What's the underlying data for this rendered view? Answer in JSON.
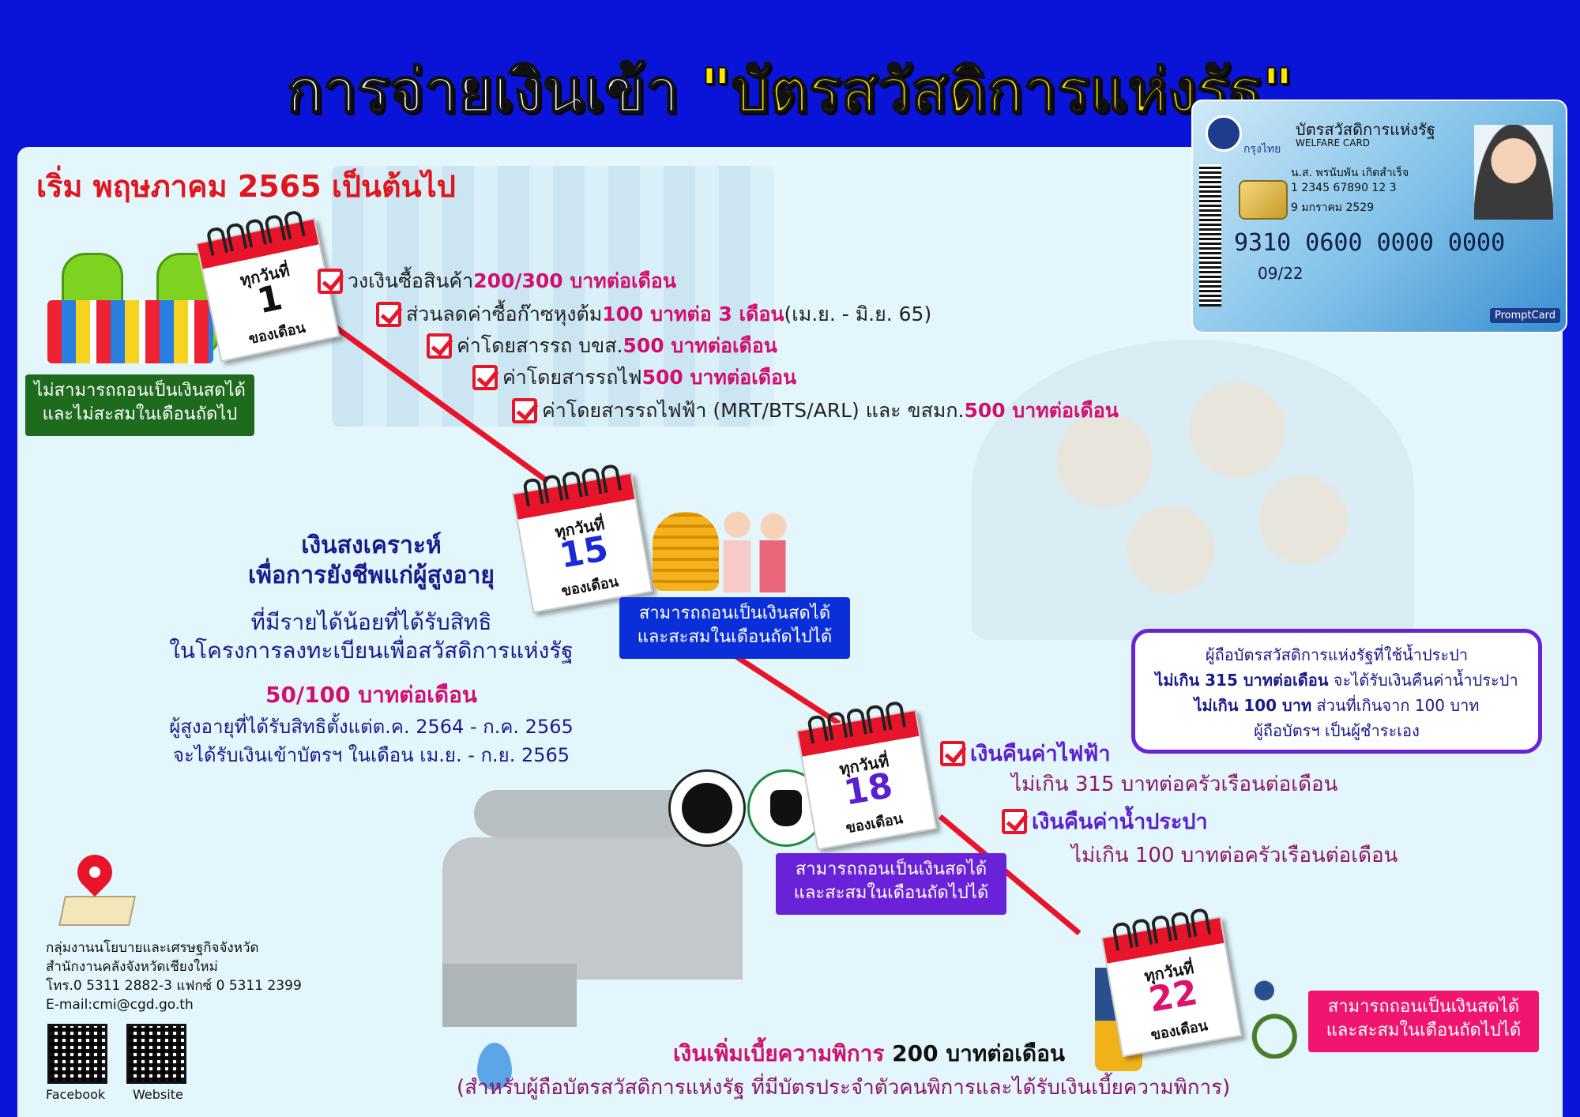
{
  "title": {
    "part1": "การจ่ายเงินเข้า ",
    "part2": "\"บัตรสวัสดิการแห่งรัฐ\""
  },
  "subtitle": "เริ่ม พฤษภาคม 2565 เป็นต้นไป",
  "calendars": [
    {
      "line1": "ทุกวันที่",
      "number": "1",
      "line3": "ของเดือน",
      "color": "#111111"
    },
    {
      "line1": "ทุกวันที่",
      "number": "15",
      "line3": "ของเดือน",
      "color": "#1a2ad8"
    },
    {
      "line1": "ทุกวันที่",
      "number": "18",
      "line3": "ของเดือน",
      "color": "#5a1fd0"
    },
    {
      "line1": "ทุกวันที่",
      "number": "22",
      "line3": "ของเดือน",
      "color": "#e0106e"
    }
  ],
  "day1_items": [
    {
      "text": "วงเงินซื้อสินค้า ",
      "highlight": "200/300 บาทต่อเดือน",
      "tail": ""
    },
    {
      "text": "ส่วนลดค่าซื้อก๊าซหุงต้ม ",
      "highlight": "100 บาทต่อ 3 เดือน",
      "tail": " (เม.ย. - มิ.ย. 65)"
    },
    {
      "text": "ค่าโดยสารรถ บขส. ",
      "highlight": "500 บาทต่อเดือน",
      "tail": ""
    },
    {
      "text": "ค่าโดยสารรถไฟ ",
      "highlight": "500 บาทต่อเดือน",
      "tail": ""
    },
    {
      "text": "ค่าโดยสารรถไฟฟ้า (MRT/BTS/ARL) และ ขสมก. ",
      "highlight": "500 บาทต่อเดือน",
      "tail": ""
    }
  ],
  "note_day1": {
    "line1": "ไม่สามารถถอนเป็นเงินสดได้",
    "line2": "และไม่สะสมในเดือนถัดไป",
    "color": "#1e6b1e"
  },
  "note_day15": {
    "line1": "สามารถถอนเป็นเงินสดได้",
    "line2": "และสะสมในเดือนถัดไปได้",
    "color": "#0a2fd8"
  },
  "note_day18": {
    "line1": "สามารถถอนเป็นเงินสดได้",
    "line2": "และสะสมในเดือนถัดไปได้",
    "color": "#6a22d8"
  },
  "note_day22": {
    "line1": "สามารถถอนเป็นเงินสดได้",
    "line2": "และสะสมในเดือนถัดไปได้",
    "color": "#f0156e"
  },
  "elderly": {
    "heading1": "เงินสงเคราะห์",
    "heading2": "เพื่อการยังชีพแก่ผู้สูงอายุ",
    "desc1": "ที่มีรายได้น้อยที่ได้รับสิทธิ",
    "desc2": "ในโครงการลงทะเบียนเพื่อสวัสดิการแห่งรัฐ",
    "amount": "50/100 บาทต่อเดือน",
    "note1": "ผู้สูงอายุที่ได้รับสิทธิตั้งแต่ต.ค. 2564  - ก.ค. 2565",
    "note2": "จะได้รับเงินเข้าบัตรฯ ในเดือน เม.ย. - ก.ย. 2565"
  },
  "water_box": {
    "line1": "ผู้ถือบัตรสวัสดิการแห่งรัฐที่ใช้น้ำประปา",
    "line2a": "ไม่เกิน 315 บาทต่อเดือน",
    "line2b": " จะได้รับเงินคืนค่าน้ำประปา",
    "line3a": "ไม่เกิน 100 บาท",
    "line3b": " ส่วนที่เกินจาก 100 บาท",
    "line4": "ผู้ถือบัตรฯ เป็นผู้ชำระเอง"
  },
  "day18_items": [
    {
      "title": "เงินคืนค่าไฟฟ้า",
      "detail": "ไม่เกิน 315 บาทต่อครัวเรือนต่อเดือน"
    },
    {
      "title": "เงินคืนค่าน้ำประปา",
      "detail": "ไม่เกิน 100 บาทต่อครัวเรือนต่อเดือน"
    }
  ],
  "disability": {
    "lead": "เงินเพิ่มเบี้ยความพิการ ",
    "amount": "200 บาทต่อเดือน",
    "note": "(สำหรับผู้ถือบัตรสวัสดิการแห่งรัฐ ที่มีบัตรประจำตัวคนพิการและได้รับเงินเบี้ยความพิการ)"
  },
  "contact": {
    "line1": "กลุ่มงานนโยบายและเศรษฐกิจจังหวัด",
    "line2": "สำนักงานคลังจังหวัดเชียงใหม่",
    "line3": "โทร.0 5311 2882-3 แฟกซ์ 0 5311 2399",
    "line4": "E-mail:cmi@cgd.go.th",
    "qr1_label": "Facebook",
    "qr2_label": "Website"
  },
  "card": {
    "title_th": "บัตรสวัสดิการแห่งรัฐ",
    "title_en": "WELFARE CARD",
    "bank": "กรุงไทย",
    "name": "น.ส. พรนับพัน เกิดสำเร็จ",
    "id": "1 2345 67890 12 3",
    "dob": "9 มกราคม 2529",
    "number": "9310 0600 0000 0000",
    "valid": "09/22",
    "promptcard": "PromptCard"
  }
}
